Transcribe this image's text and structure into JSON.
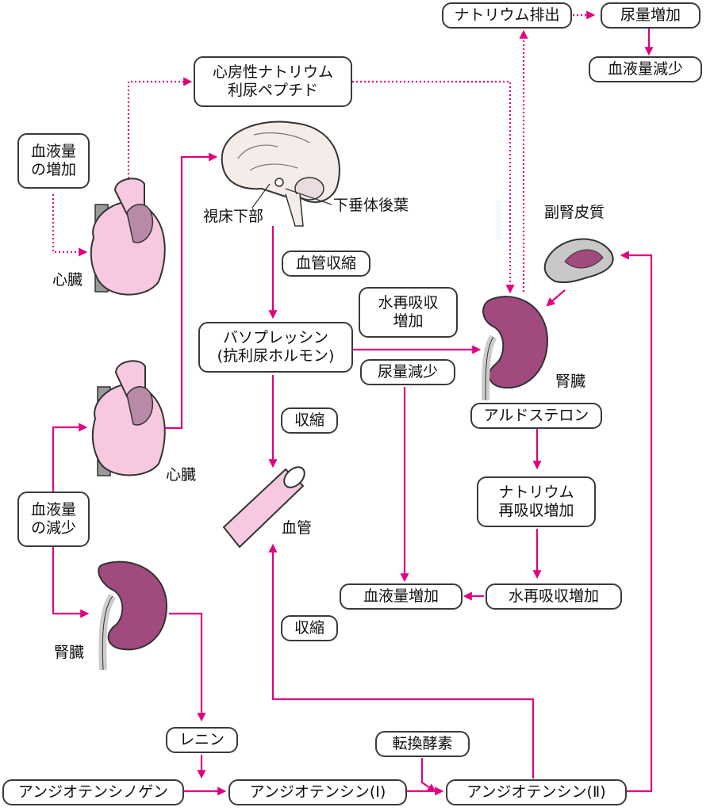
{
  "nodes": {
    "na_excretion": "ナトリウム排出",
    "urine_increase": "尿量増加",
    "blood_volume_decrease_top": "血液量減少",
    "anp": "心房性ナトリウム\n利尿ペプチド",
    "blood_volume_increase_cause": "血液量\nの増加",
    "heart_top_label": "心臓",
    "hypothalamus_label": "視床下部",
    "posterior_pituitary_label": "下垂体後葉",
    "adrenal_cortex_label": "副腎皮質",
    "vasoconstriction": "血管収縮",
    "water_reabsorption_increase": "水再吸収\n増加",
    "vasopressin": "バソプレッシン\n(抗利尿ホルモン)",
    "urine_decrease": "尿量減少",
    "kidney_right_label": "腎臓",
    "aldosterone": "アルドステロン",
    "contraction_1": "収縮",
    "heart_mid_label": "心臓",
    "blood_volume_decrease_cause": "血液量\nの減少",
    "blood_vessel_label": "血管",
    "na_reabsorption_increase": "ナトリウム\n再吸収増加",
    "blood_volume_increase_result": "血液量増加",
    "water_reabsorption_increase_2": "水再吸収増加",
    "contraction_2": "収縮",
    "kidney_left_label": "腎臓",
    "renin": "レニン",
    "converting_enzyme": "転換酵素",
    "angiotensinogen": "アンジオテンシノゲン",
    "angiotensin_1": "アンジオテンシン(Ⅰ)",
    "angiotensin_2": "アンジオテンシン(Ⅱ)"
  },
  "colors": {
    "arrow": "#e0007f",
    "box_border": "#3a3a3a",
    "heart_fill": "#f6c9e0",
    "heart_dark": "#b88aa8",
    "kidney_fill": "#a04a7e",
    "vessel_gray": "#9a9a9a",
    "brain_fill": "#f3ece8",
    "adrenal_fill": "#c8c8c8"
  }
}
